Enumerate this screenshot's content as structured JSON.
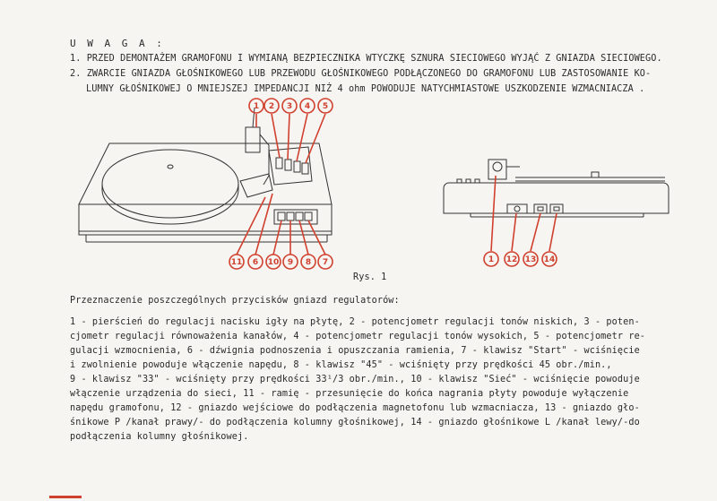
{
  "warning": {
    "heading": "U W A G A :",
    "item1": "1. PRZED DEMONTAŻEM GRAMOFONU I WYMIANĄ BEZPIECZNIKA WTYCZKĘ SZNURA SIECIOWEGO WYJĄĆ Z GNIAZDA SIECIOWEGO.",
    "item2_line1": "2. ZWARCIE GNIAZDA GŁOŚNIKOWEGO LUB PRZEWODU GŁOŚNIKOWEGO PODŁĄCZONEGO DO GRAMOFONU LUB ZASTOSOWANIE KO-",
    "item2_line2": "LUMNY GŁOŚNIKOWEJ O MNIEJSZEJ IMPEDANCJI NIŻ 4 ohm POWODUJE NATYCHMIASTOWE USZKODZENIE WZMACNIACZA  ."
  },
  "figure": {
    "caption": "Rys. 1",
    "left_callouts_top": [
      "1",
      "2",
      "3",
      "4",
      "5"
    ],
    "left_callouts_bottom": [
      "11",
      "6",
      "10",
      "9",
      "8",
      "7"
    ],
    "right_callouts": [
      "1",
      "12",
      "13",
      "14"
    ]
  },
  "description": {
    "title": "Przeznaczenie poszczególnych przycisków gniazd regulatorów:",
    "lines": [
      "1 - pierścień do regulacji nacisku igły na płytę, 2 - potencjometr regulacji tonów niskich, 3 - poten-",
      "cjometr regulacji równoważenia kanałów, 4 - potencjometr regulacji tonów wysokich, 5 - potencjometr re-",
      "gulacji wzmocnienia, 6 - dźwignia podnoszenia i opuszczania ramienia, 7 - klawisz \"Start\" - wciśnięcie",
      "i zwolnienie powoduje włączenie napędu, 8 - klawisz \"45\" - wciśnięty przy prędkości 45 obr./min.,",
      "9 - klawisz \"33\" - wciśnięty przy prędkości 33¹/3 obr./min., 10 - klawisz \"Sieć\" - wciśnięcie powoduje",
      "włączenie urządzenia do sieci, 11 - ramię - przesunięcie do końca nagrania płyty powoduje wyłączenie",
      "napędu gramofonu, 12 - gniazdo wejściowe do podłączenia magnetofonu lub wzmacniacza, 13 - gniazdo gło-",
      "śnikowe P /kanał prawy/- do podłączenia kolumny głośnikowej, 14 - gniazdo głośnikowe L /kanał lewy/-do",
      "podłączenia kolumny głośnikowej."
    ]
  },
  "colors": {
    "ink": "#2a2a2a",
    "callout": "#d0402e",
    "paper": "#f7f5f2"
  }
}
